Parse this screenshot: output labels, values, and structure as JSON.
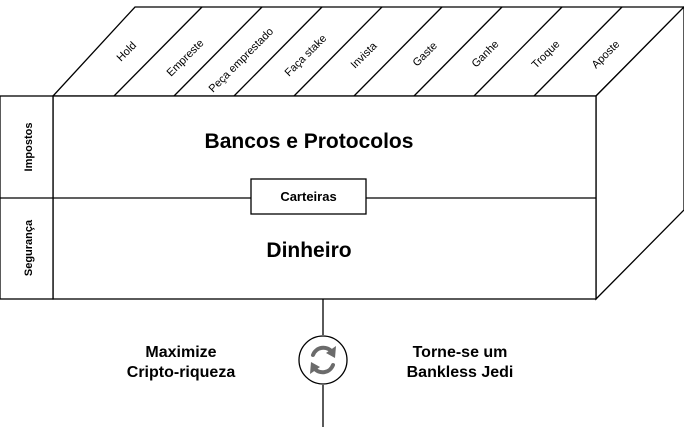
{
  "top_actions": [
    "Hold",
    "Empreste",
    "Peça emprestado",
    "Faça stake",
    "Invista",
    "Gaste",
    "Ganhe",
    "Troque",
    "Aposte"
  ],
  "side_labels": {
    "top": "Impostos",
    "bottom": "Segurança"
  },
  "layers": {
    "upper": "Bancos e Protocolos",
    "wallet": "Carteiras",
    "lower": "Dinheiro"
  },
  "goals": {
    "left": [
      "Maximize",
      "Cripto-riqueza"
    ],
    "right": [
      "Torne-se um",
      "Bankless Jedi"
    ]
  },
  "icons": {
    "center": "cycle-arrows-icon"
  }
}
